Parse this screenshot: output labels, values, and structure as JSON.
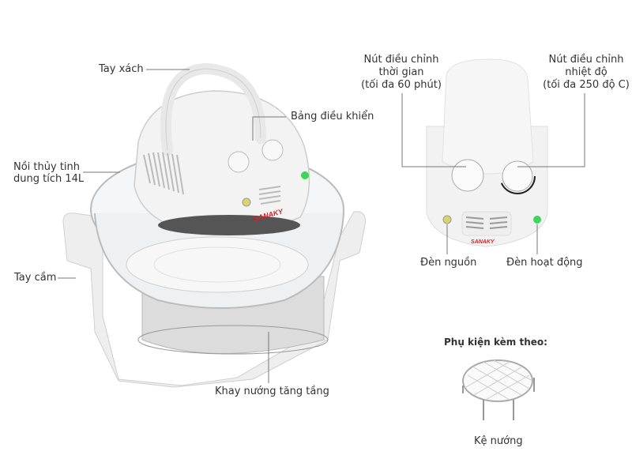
{
  "labels": {
    "carry_handle": "Tay xách",
    "control_panel": "Bảng điều khiển",
    "glass_bowl_line1": "Nồi thủy tinh",
    "glass_bowl_line2": "dung tích 14L",
    "side_handle": "Tay cầm",
    "tray": "Khay nướng tăng tầng",
    "timer_knob_line1": "Nút điều chỉnh",
    "timer_knob_line2": "thời gian",
    "timer_knob_line3": "(tối đa 60 phút)",
    "temp_knob_line1": "Nút điều chỉnh",
    "temp_knob_line2": "nhiệt độ",
    "temp_knob_line3": "(tối đa 250 độ C)",
    "power_light": "Đèn nguồn",
    "heat_light": "Đèn hoạt động",
    "accessories_title": "Phụ kiện kèm theo:",
    "rack": "Kệ nướng"
  },
  "brand": "SANAKY",
  "colors": {
    "brand": "#d8242a",
    "power_led": "#d9d36a",
    "heat_led": "#3fd45a",
    "leader_line": "#777777"
  }
}
